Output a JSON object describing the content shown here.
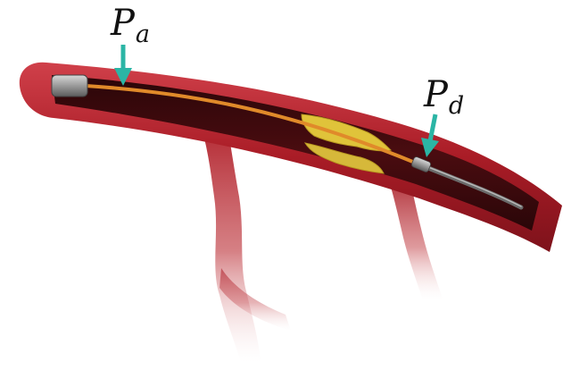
{
  "labels": {
    "proximal": {
      "main": "P",
      "sub": "a"
    },
    "distal": {
      "main": "P",
      "sub": "d"
    }
  },
  "colors": {
    "vessel_outer": "#b0202a",
    "vessel_inner": "#6e1014",
    "lumen": "#3b0a0c",
    "guidewire": "#e08a2a",
    "plaque": "#e0c33a",
    "arrow": "#2bb5a5"
  }
}
